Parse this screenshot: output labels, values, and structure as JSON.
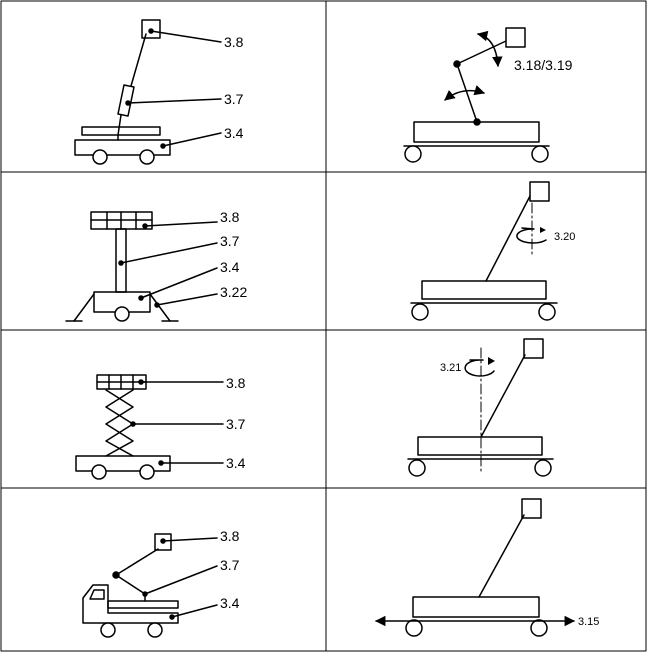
{
  "panels": {
    "r1_left": {
      "labels": [
        "3.8",
        "3.7",
        "3.4"
      ]
    },
    "r1_right": {
      "labels": [
        "3.18/3.19"
      ]
    },
    "r2_left": {
      "labels": [
        "3.8",
        "3.7",
        "3.4",
        "3.22"
      ]
    },
    "r2_right": {
      "labels": [
        "3.20"
      ]
    },
    "r3_left": {
      "labels": [
        "3.8",
        "3.7",
        "3.4"
      ]
    },
    "r3_right": {
      "labels": [
        "3.21"
      ]
    },
    "r4_left": {
      "labels": [
        "3.8",
        "3.7",
        "3.4"
      ]
    },
    "r4_right": {
      "labels": [
        "3.15"
      ]
    }
  }
}
